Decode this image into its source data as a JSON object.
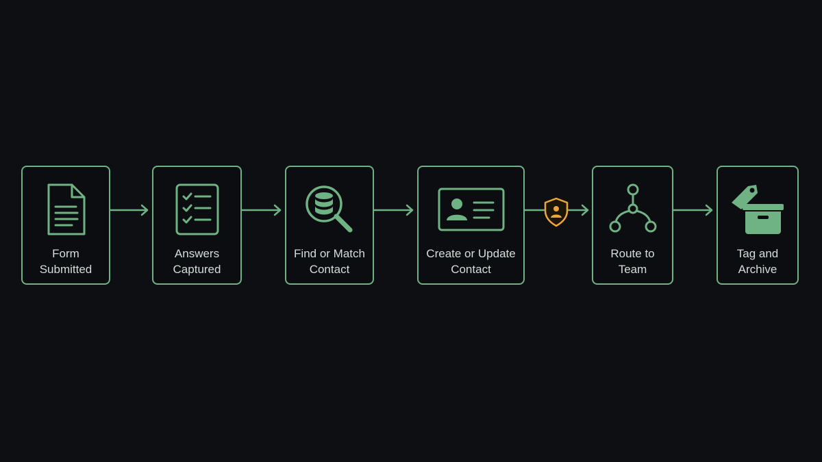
{
  "diagram": {
    "nodes": [
      {
        "id": "form-submitted",
        "line1": "Form",
        "line2": "Submitted",
        "icon": "document-icon"
      },
      {
        "id": "answers-captured",
        "line1": "Answers",
        "line2": "Captured",
        "icon": "checklist-icon"
      },
      {
        "id": "find-or-match-contact",
        "line1": "Find or Match",
        "line2": "Contact",
        "icon": "database-search-icon"
      },
      {
        "id": "create-or-update-contact",
        "line1": "Create or Update",
        "line2": "Contact",
        "icon": "contact-card-icon"
      },
      {
        "id": "route-to-team",
        "line1": "Route to",
        "line2": "Team",
        "icon": "branch-route-icon"
      },
      {
        "id": "tag-and-archive",
        "line1": "Tag and",
        "line2": "Archive",
        "icon": "tag-archive-icon"
      }
    ],
    "edges": [
      {
        "from": "form-submitted",
        "to": "answers-captured"
      },
      {
        "from": "answers-captured",
        "to": "find-or-match-contact"
      },
      {
        "from": "find-or-match-contact",
        "to": "create-or-update-contact"
      },
      {
        "from": "create-or-update-contact",
        "to": "route-to-team",
        "badge": "shield-user-icon"
      },
      {
        "from": "route-to-team",
        "to": "tag-and-archive"
      }
    ],
    "colors": {
      "background": "#0d0f12",
      "accent": "#6fb284",
      "text": "#d6ddd8",
      "badge": "#f0a53a"
    }
  }
}
